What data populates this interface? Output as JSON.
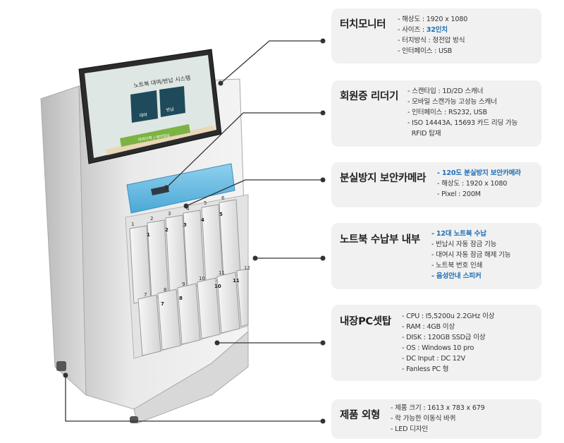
{
  "screen": {
    "header": "노트북 대여/반납 시스템",
    "rent_button": "대여",
    "return_button": "반납",
    "bottom_bar": "대여이력 | 예약정보"
  },
  "slots": {
    "top": [
      "1",
      "2",
      "3",
      "4",
      "5",
      "6"
    ],
    "bottom": [
      "7",
      "8",
      "9",
      "10",
      "11",
      "12"
    ]
  },
  "features": [
    {
      "title": "터치모니터",
      "items": [
        {
          "text": "- 해상도 : 1920 x 1080"
        },
        {
          "prefix": "- 사이즈 : ",
          "text": "32인치",
          "highlight": true
        },
        {
          "text": "- 터치방식 : 정전압 방식"
        },
        {
          "text": "- 인터페이스 : USB"
        }
      ]
    },
    {
      "title": "회원증 리더기",
      "items": [
        {
          "text": "- 스캔타입 : 1D/2D 스캐너"
        },
        {
          "text": "- 모바일 스캔가능 고성능 스캐너"
        },
        {
          "text": "- 인터페이스 : RS232, USB"
        },
        {
          "text": "- ISO 14443A, 15693 카드 리딩 가능"
        },
        {
          "text": "  RFID 탑재"
        }
      ]
    },
    {
      "title": "분실방지 보안카메라",
      "items": [
        {
          "text": "- 120도 분실방지 보안카메라",
          "highlight": true
        },
        {
          "text": "- 해상도 : 1920 x 1080"
        },
        {
          "text": "- Pixel : 200M"
        }
      ]
    },
    {
      "title": "노트북 수납부 내부",
      "items": [
        {
          "text": "- 12대 노트북 수납",
          "highlight": true
        },
        {
          "text": "- 반납시 자동 잠금 기능"
        },
        {
          "text": "- 대여시 자동 잠금 해제 기능"
        },
        {
          "text": "- 노트북 번호 인쇄"
        },
        {
          "text": "- 음성안내 스피커",
          "highlight": true
        }
      ]
    },
    {
      "title": "내장PC셋탑",
      "items": [
        {
          "text": "- CPU : I5,5200u 2.2GHz 이상"
        },
        {
          "text": "- RAM : 4GB 이상"
        },
        {
          "text": "- DISK : 120GB SSD급 이상"
        },
        {
          "text": "- OS : Windows 10 pro"
        },
        {
          "text": "- DC Input : DC 12V"
        },
        {
          "text": "- Fanless PC 형"
        }
      ]
    },
    {
      "title": "제품 외형",
      "items": [
        {
          "text": "- 제품 크기 : 1613 x 783 x 679"
        },
        {
          "text": "- 락 가능한 이동식 바퀴"
        },
        {
          "text": "- LED 디자인"
        }
      ]
    }
  ],
  "colors": {
    "highlight": "#1f6fb5",
    "panel": "#f1f1f1",
    "screen_bg": "#dfe7e4",
    "bar": "#7cb342"
  }
}
